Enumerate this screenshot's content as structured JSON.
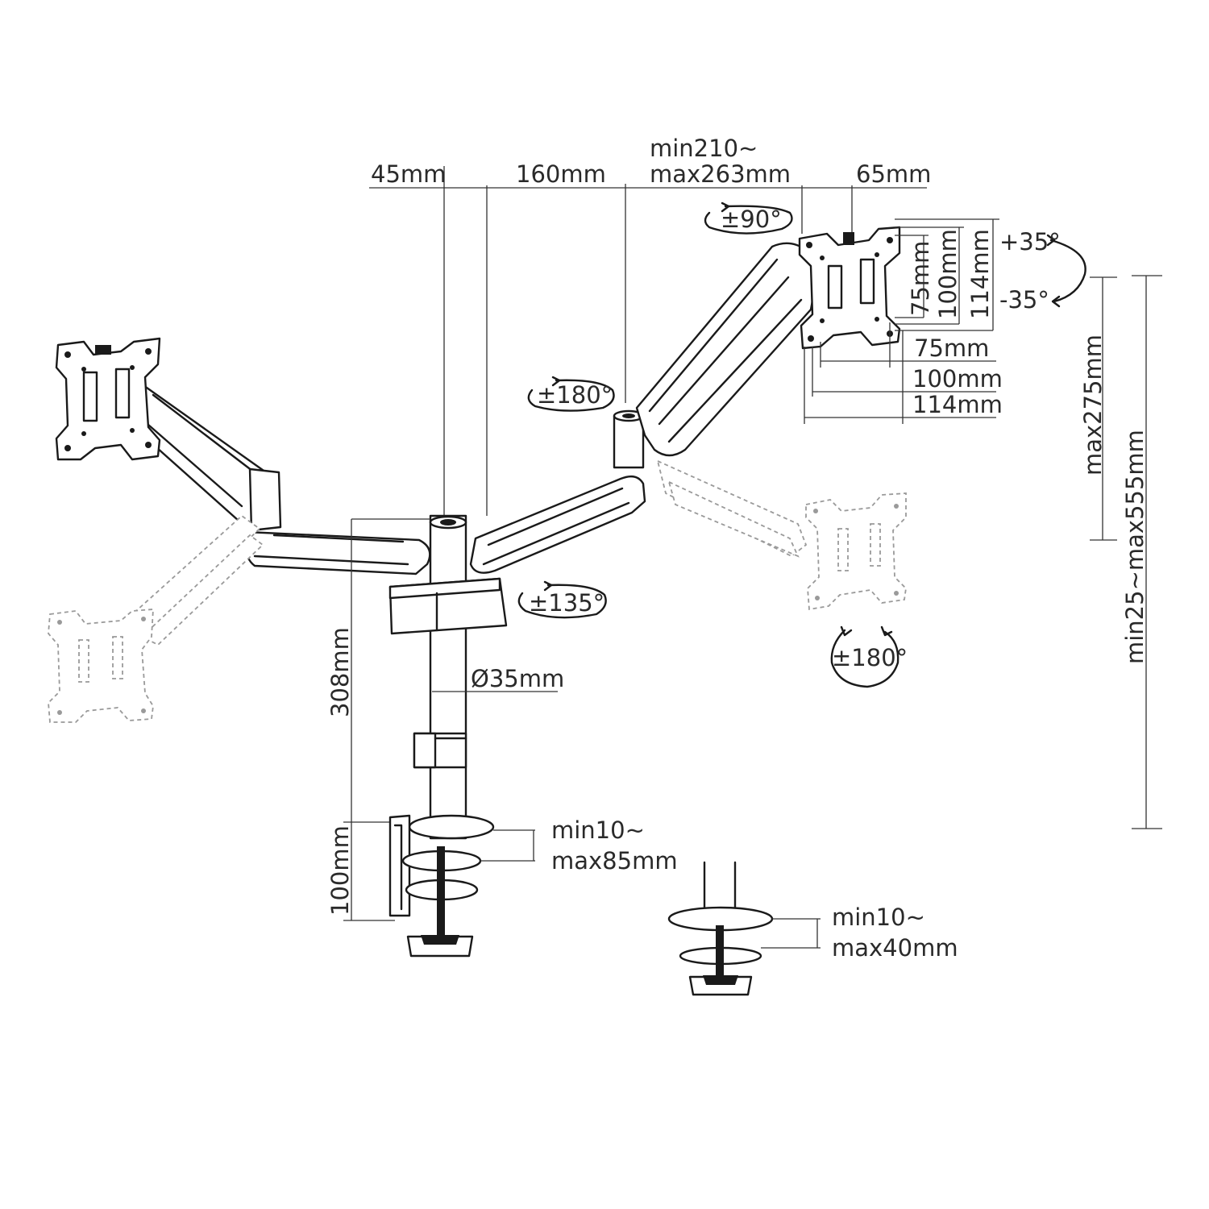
{
  "labels": {
    "top_45": "45mm",
    "top_160": "160mm",
    "top_min210": "min210~",
    "top_max263": "max263mm",
    "top_65": "65mm",
    "rot_90": "±90°",
    "tilt_plus": "+35°",
    "tilt_minus": "-35°",
    "vesa_75_v": "75mm",
    "vesa_100_v": "100mm",
    "vesa_114_v": "114mm",
    "vesa_75_h": "75mm",
    "vesa_100_h": "100mm",
    "vesa_114_h": "114mm",
    "rot_180_top": "±180°",
    "rot_135": "±135°",
    "rot_180_bottom": "±180°",
    "height_max275": "max275mm",
    "height_range": "min25~max555mm",
    "pole_height": "308mm",
    "pole_diameter": "Ø35mm",
    "clamp_height": "100mm",
    "clamp_min": "min10~",
    "clamp_max": "max85mm",
    "grommet_min": "min10~",
    "grommet_max": "max40mm"
  }
}
